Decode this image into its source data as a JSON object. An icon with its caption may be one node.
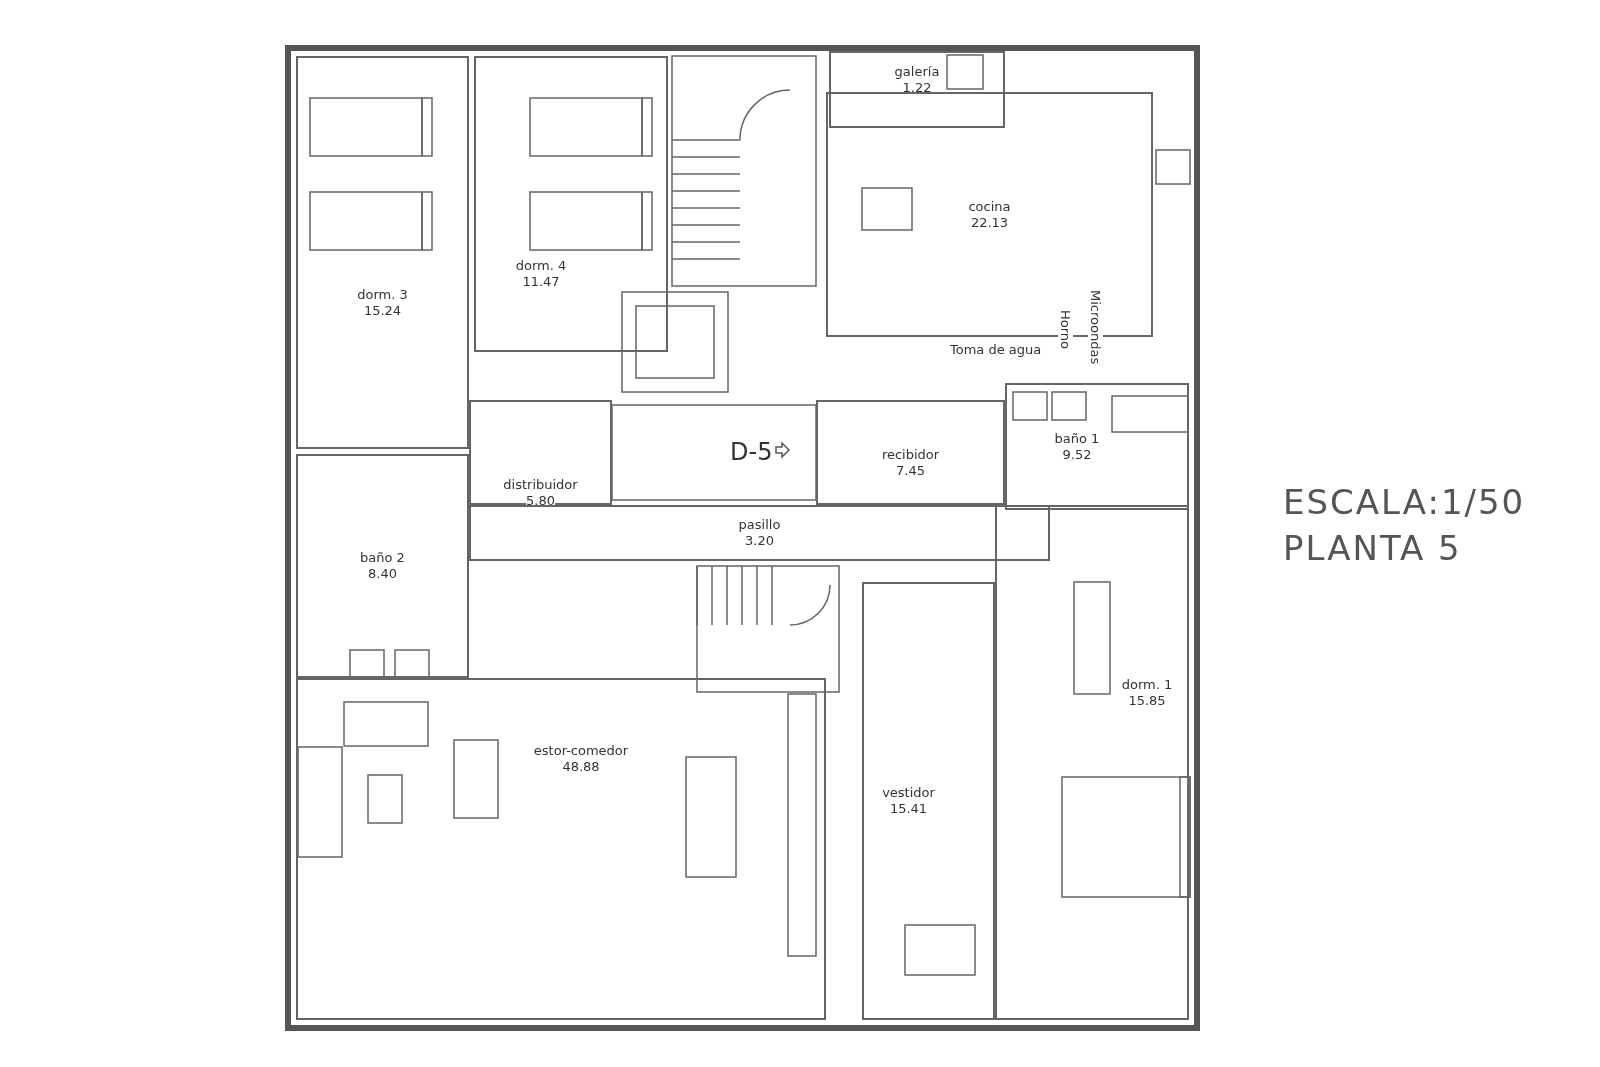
{
  "diagram": {
    "nodes": [
      {
        "text": [
          "dorm. 3",
          "15.24"
        ]
      },
      {
        "text": [
          "dorm. 4",
          "11.47"
        ]
      },
      {
        "text": [
          "galería",
          "1.22"
        ]
      },
      {
        "text": [
          "cocina",
          "22.13"
        ]
      },
      {
        "text": [
          "baño 1",
          "9.52"
        ]
      },
      {
        "text": [
          "distribuidor",
          "5.80"
        ]
      },
      {
        "text": [
          "recibidor",
          "7.45"
        ]
      },
      {
        "text": [
          "pasillo",
          "3.20"
        ]
      },
      {
        "text": [
          "baño 2",
          "8.40"
        ]
      },
      {
        "text": [
          "estor-comedor",
          "48.88"
        ]
      },
      {
        "text": [
          "vestidor",
          "15.41"
        ]
      },
      {
        "text": [
          "dorm. 1",
          "15.85"
        ]
      }
    ],
    "edges": [],
    "labels": [
      "Toma de agua",
      "Horno",
      "Microondas",
      "D-5",
      "ESCALA:1/50",
      "PLANTA 5"
    ]
  }
}
